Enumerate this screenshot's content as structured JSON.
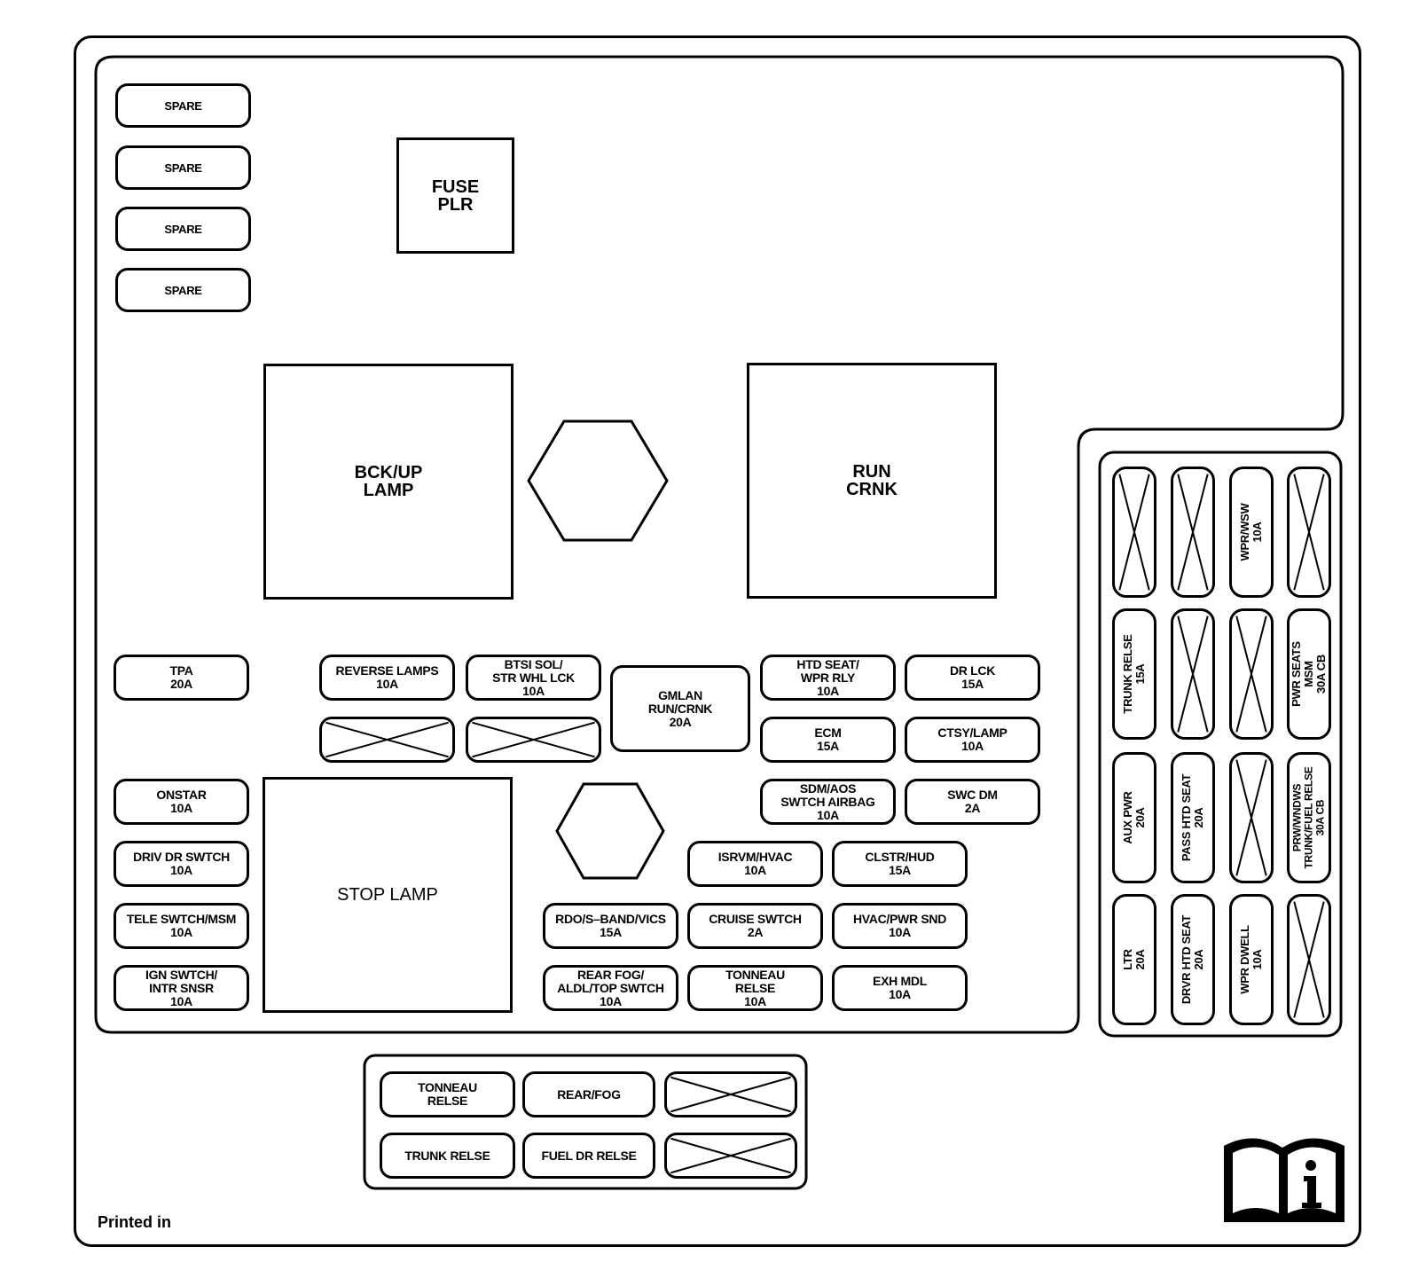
{
  "relays": {
    "fuse_plr": [
      "FUSE",
      "PLR"
    ],
    "bckup_lamp": [
      "BCK/UP",
      "LAMP"
    ],
    "run_crnk": [
      "RUN",
      "CRNK"
    ],
    "stop_lamp": [
      "STOP LAMP"
    ]
  },
  "spares": [
    "SPARE",
    "SPARE",
    "SPARE",
    "SPARE"
  ],
  "left_fuses": {
    "tpa": [
      "TPA",
      "20A"
    ],
    "onstar": [
      "ONSTAR",
      "10A"
    ],
    "driv_dr_swtch": [
      "DRIV DR SWTCH",
      "10A"
    ],
    "tele_swtch_msm": [
      "TELE SWTCH/MSM",
      "10A"
    ],
    "ign_swtch": [
      "IGN SWTCH/",
      "INTR SNSR",
      "10A"
    ]
  },
  "center_fuses": {
    "reverse_lamps": [
      "REVERSE LAMPS",
      "10A"
    ],
    "btsi_sol": [
      "BTSI SOL/",
      "STR WHL LCK",
      "10A"
    ],
    "gmlan": [
      "GMLAN",
      "RUN/CRNK",
      "20A"
    ],
    "htd_seat": [
      "HTD SEAT/",
      "WPR RLY",
      "10A"
    ],
    "dr_lck": [
      "DR LCK",
      "15A"
    ],
    "ecm": [
      "ECM",
      "15A"
    ],
    "ctsy_lamp": [
      "CTSY/LAMP",
      "10A"
    ],
    "sdm_aos": [
      "SDM/AOS",
      "SWTCH AIRBAG",
      "10A"
    ],
    "swc_dm": [
      "SWC DM",
      "2A"
    ],
    "isrvm_hvac": [
      "ISRVM/HVAC",
      "10A"
    ],
    "clstr_hud": [
      "CLSTR/HUD",
      "15A"
    ],
    "rdo": [
      "RDO/S–BAND/VICS",
      "15A"
    ],
    "cruise_swtch": [
      "CRUISE SWTCH",
      "2A"
    ],
    "hvac_pwr_snd": [
      "HVAC/PWR SND",
      "10A"
    ],
    "rear_fog_aldl": [
      "REAR FOG/",
      "ALDL/TOP SWTCH",
      "10A"
    ],
    "tonneau_relse_10a": [
      "TONNEAU",
      "RELSE",
      "10A"
    ],
    "exh_mdl": [
      "EXH MDL",
      "10A"
    ]
  },
  "bottom_relays": {
    "tonneau_relse": [
      "TONNEAU",
      "RELSE"
    ],
    "rear_fog": [
      "REAR/FOG"
    ],
    "trunk_relse": [
      "TRUNK RELSE"
    ],
    "fuel_dr_relse": [
      "FUEL DR RELSE"
    ]
  },
  "right_fuses": {
    "wpr_wsw": [
      "WPR/WSW",
      "10A"
    ],
    "trunk_relse": [
      "TRUNK RELSE",
      "15A"
    ],
    "pwr_seats": [
      "PWR SEATS",
      "MSM",
      "30A CB"
    ],
    "aux_pwr": [
      "AUX PWR",
      "20A"
    ],
    "pass_htd_seat": [
      "PASS HTD SEAT",
      "20A"
    ],
    "prw_wndws": [
      "PRW/WNDWS",
      "TRUNK/FUEL RELSE",
      "30A CB"
    ],
    "ltr": [
      "LTR",
      "20A"
    ],
    "drvr_htd_seat": [
      "DRVR HTD SEAT",
      "20A"
    ],
    "wpr_dwell": [
      "WPR DWELL",
      "10A"
    ]
  },
  "footer": {
    "printed_in": "Printed in"
  },
  "icons": {
    "manual": "owner-manual-info-icon",
    "empty_slot": "x-mark-icon",
    "stud": "hexagon-stud-icon"
  }
}
